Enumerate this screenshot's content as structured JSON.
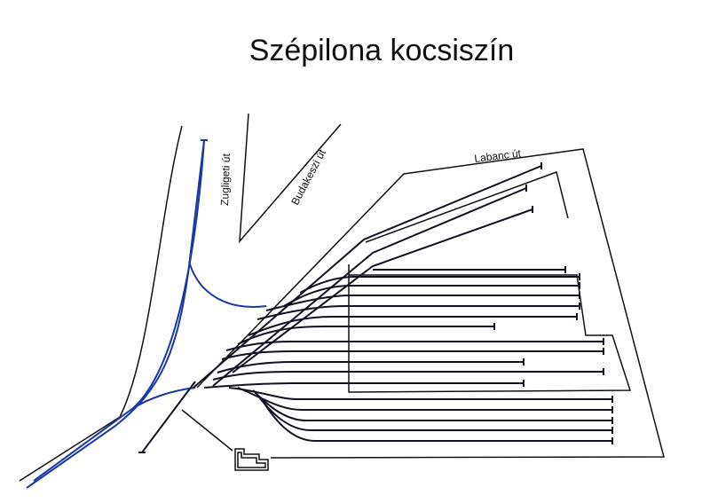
{
  "title": "Szépilona kocsiszín",
  "streets": {
    "zugligeti": "Zugligeti út",
    "budakeszi": "Budakeszi út",
    "labanc": "Labanc út"
  },
  "colors": {
    "track": "#111122",
    "tram_line": "#1a37a8",
    "outline": "#111111"
  }
}
